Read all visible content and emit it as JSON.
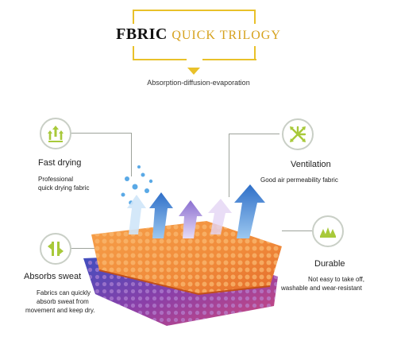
{
  "header": {
    "title_main": "FBRIC",
    "title_accent": "QUICK TRILOGY",
    "subtitle": "Absorption-diffusion-evaporation"
  },
  "features": {
    "fast_drying": {
      "title": "Fast drying",
      "desc_line1": "Professional",
      "desc_line2": "quick drying fabric",
      "icon": "arrows-up-icon"
    },
    "ventilation": {
      "title": "Ventilation",
      "desc_line1": "Good air permeability fabric",
      "icon": "arrows-spread-icon"
    },
    "absorbs_sweat": {
      "title": "Absorbs sweat",
      "desc_line1": "Fabrics can quickly",
      "desc_line2": "absorb sweat from",
      "desc_line3": "movement and keep dry.",
      "icon": "arrows-exchange-icon"
    },
    "durable": {
      "title": "Durable",
      "desc_line1": "Not easy to take off,",
      "desc_line2": "washable and wear-resistant",
      "icon": "peaks-icon"
    }
  },
  "colors": {
    "accent_yellow": "#e9c12a",
    "icon_green": "#a8c93a",
    "fabric_orange": "#f08a3a",
    "fabric_purple": "#7a4aa8",
    "arrow_blue": "#2f6fc8",
    "arrow_purple": "#8a6fd0"
  }
}
